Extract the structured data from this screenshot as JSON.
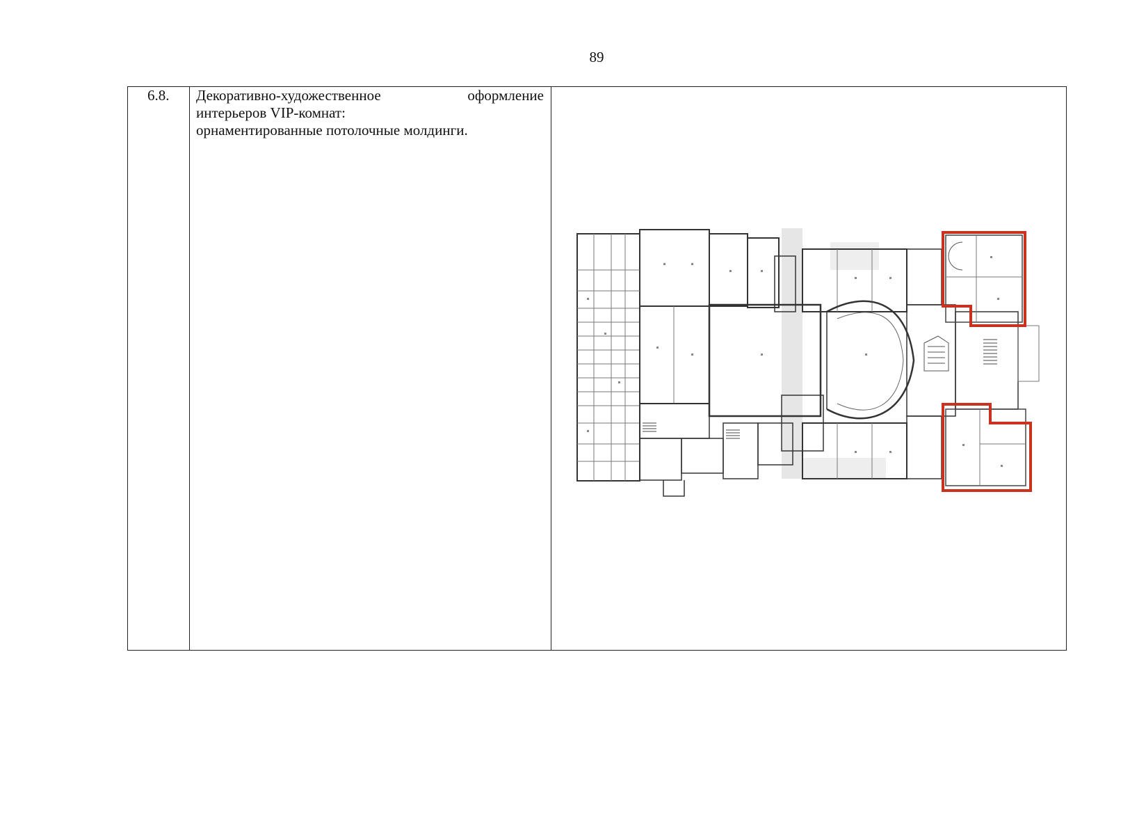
{
  "page": {
    "number": "89"
  },
  "table": {
    "row": {
      "number": "6.8.",
      "line1_left": "Декоративно-художественное",
      "line1_right": "оформление",
      "line2": "интерьеров VIP-комнат:",
      "line3": "орнаментированные потолочные молдинги."
    }
  },
  "colors": {
    "highlight": "#c8321e",
    "line": "#222222"
  }
}
